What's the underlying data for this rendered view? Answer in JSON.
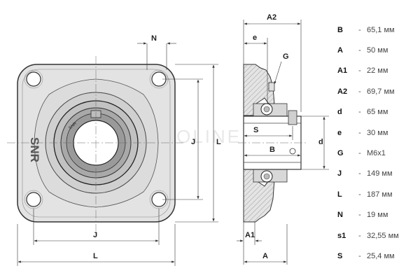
{
  "drawing": {
    "brand_mark": "SNR",
    "insert_mark": "SNR",
    "watermark": "PROLINE",
    "front_labels": {
      "N": "N",
      "J_horizontal": "J",
      "J_vertical": "J",
      "L_horizontal": "L",
      "L_vertical": "L"
    },
    "side_labels": {
      "A2": "A2",
      "e": "e",
      "G": "G",
      "S": "S",
      "B": "B",
      "d": "d",
      "A1": "A1",
      "A": "A"
    }
  },
  "specs": [
    {
      "key": "B",
      "sep": "-",
      "value": "65,1 мм"
    },
    {
      "key": "A",
      "sep": "-",
      "value": "50 мм"
    },
    {
      "key": "A1",
      "sep": "-",
      "value": "22 мм"
    },
    {
      "key": "A2",
      "sep": "-",
      "value": "69,7 мм"
    },
    {
      "key": "d",
      "sep": "-",
      "value": "65 мм"
    },
    {
      "key": "e",
      "sep": "-",
      "value": "30 мм"
    },
    {
      "key": "G",
      "sep": "-",
      "value": "M6x1"
    },
    {
      "key": "J",
      "sep": "-",
      "value": "149 мм"
    },
    {
      "key": "L",
      "sep": "-",
      "value": "187 мм"
    },
    {
      "key": "N",
      "sep": "-",
      "value": "19 мм"
    },
    {
      "key": "s1",
      "sep": "-",
      "value": "32,55 мм"
    },
    {
      "key": "S",
      "sep": "-",
      "value": "25,4 мм"
    }
  ]
}
